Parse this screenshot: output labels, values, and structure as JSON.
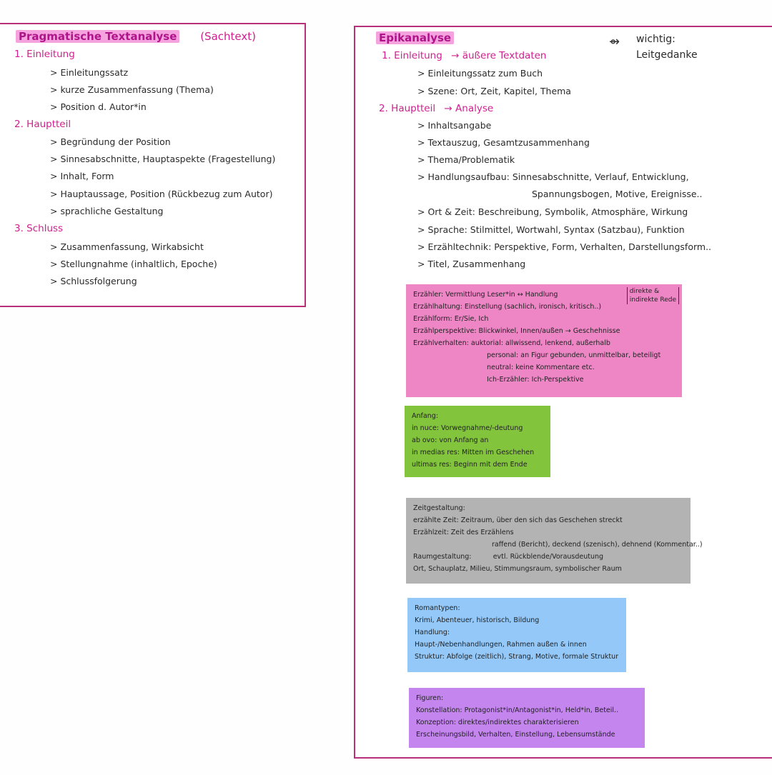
{
  "left": {
    "title": "Pragmatische Textanalyse",
    "subtitle": "(Sachtext)",
    "sections": [
      {
        "heading": "1. Einleitung",
        "items": [
          "> Einleitungssatz",
          "> kurze Zusammenfassung (Thema)",
          "> Position d. Autor*in"
        ]
      },
      {
        "heading": "2. Hauptteil",
        "items": [
          "> Begründung der Position",
          "> Sinnesabschnitte, Hauptaspekte (Fragestellung)",
          "> Inhalt, Form",
          "> Hauptaussage, Position (Rückbezug zum Autor)",
          "> sprachliche Gestaltung"
        ]
      },
      {
        "heading": "3. Schluss",
        "items": [
          "> Zusammenfassung, Wirkabsicht",
          "> Stellungnahme (inhaltlich, Epoche)",
          "> Schlussfolgerung"
        ]
      }
    ]
  },
  "right": {
    "title": "Epikanalyse",
    "note": {
      "arrow": "⇴",
      "line1": "wichtig:",
      "line2": "Leitgedanke"
    },
    "sec1": {
      "heading": "1. Einleitung",
      "arrow": "→ äußere Textdaten",
      "items": [
        "> Einleitungssatz zum Buch",
        "> Szene: Ort, Zeit, Kapitel, Thema"
      ]
    },
    "sec2": {
      "heading": "2. Hauptteil",
      "arrow": "→ Analyse",
      "items": [
        "> Inhaltsangabe",
        "> Textauszug, Gesamtzusammenhang",
        "> Thema/Problematik",
        "> Handlungsaufbau: Sinnesabschnitte, Verlauf, Entwicklung,",
        "Spannungsbogen, Motive, Ereignisse..",
        "> Ort & Zeit: Beschreibung, Symbolik, Atmosphäre, Wirkung",
        "> Sprache: Stilmittel, Wortwahl, Syntax (Satzbau), Funktion",
        "> Erzähltechnik: Perspektive, Form, Verhalten, Darstellungsform..",
        "> Titel, Zusammenhang"
      ]
    },
    "box_erzaehler": {
      "lines": [
        "Erzähler: Vermittlung Leser*in ↔ Handlung",
        "Erzählhaltung: Einstellung (sachlich, ironisch, kritisch..)",
        "Erzählform: Er/Sie, Ich",
        "Erzählperspektive: Blickwinkel, Innen/außen → Geschehnisse",
        "Erzählverhalten: auktorial: allwissend, lenkend, außerhalb",
        "personal: an Figur gebunden, unmittelbar, beteiligt",
        "neutral: keine Kommentare etc.",
        "Ich-Erzähler: Ich-Perspektive"
      ],
      "bracket": [
        "direkte &",
        "indirekte Rede"
      ]
    },
    "box_anfang": {
      "lines": [
        "Anfang:",
        "in nuce: Vorwegnahme/-deutung",
        "ab ovo: von Anfang an",
        "in medias res: Mitten im Geschehen",
        "ultimas res: Beginn mit dem Ende"
      ]
    },
    "box_zeit": {
      "lines": [
        "Zeitgestaltung:",
        "erzählte Zeit: Zeitraum, über den sich das Geschehen streckt",
        "Erzählzeit: Zeit des Erzählens",
        "raffend (Bericht), deckend (szenisch), dehnend (Kommentar..)",
        "Raumgestaltung:          evtl. Rückblende/Vorausdeutung",
        "Ort, Schauplatz, Milieu, Stimmungsraum, symbolischer Raum"
      ]
    },
    "box_roman": {
      "lines": [
        "Romantypen:",
        "Krimi, Abenteuer, historisch, Bildung",
        "Handlung:",
        "Haupt-/Nebenhandlungen, Rahmen außen & innen",
        "Struktur: Abfolge (zeitlich), Strang, Motive, formale Struktur"
      ]
    },
    "box_figuren": {
      "lines": [
        "Figuren:",
        "Konstellation: Protagonist*in/Antagonist*in, Held*in, Beteil..",
        "Konzeption: direktes/indirektes charakterisieren",
        "Erscheinungsbild, Verhalten, Einstellung, Lebensumstände"
      ]
    }
  }
}
